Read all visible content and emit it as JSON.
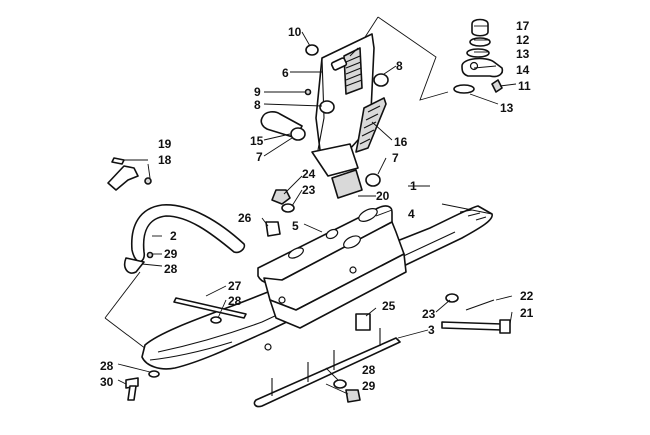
{
  "callouts": {
    "c1": "1",
    "c2": "2",
    "c3": "3",
    "c4": "4",
    "c5": "5",
    "c6": "6",
    "c7a": "7",
    "c7b": "7",
    "c8a": "8",
    "c8b": "8",
    "c9": "9",
    "c10": "10",
    "c11": "11",
    "c12": "12",
    "c13a": "13",
    "c13b": "13",
    "c14": "14",
    "c15": "15",
    "c16": "16",
    "c17": "17",
    "c18": "18",
    "c19": "19",
    "c20": "20",
    "c21": "21",
    "c22": "22",
    "c23a": "23",
    "c23b": "23",
    "c24": "24",
    "c25": "25",
    "c26": "26",
    "c27": "27",
    "c28a": "28",
    "c28b": "28",
    "c28c": "28",
    "c28d": "28",
    "c29a": "29",
    "c29b": "29",
    "c30": "30"
  }
}
